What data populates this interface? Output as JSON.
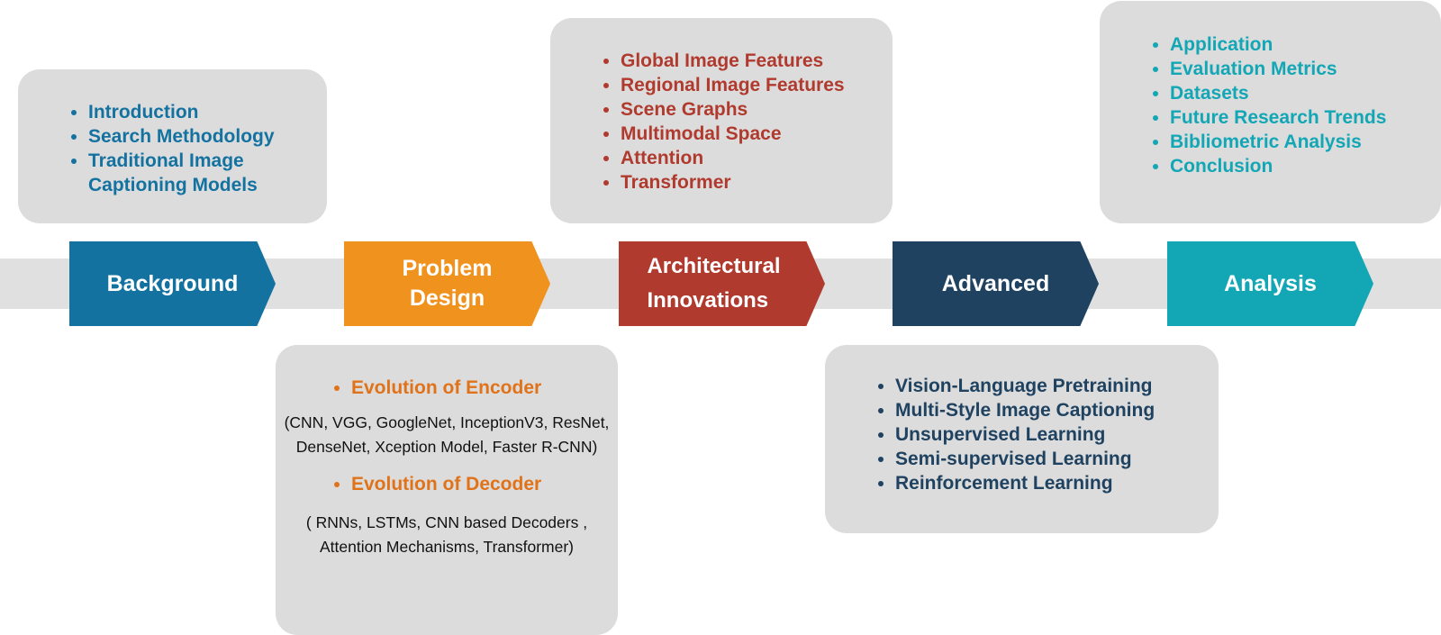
{
  "colors": {
    "background": "#1472a1",
    "problem_design": "#f0921e",
    "architectural": "#b03a2e",
    "advanced": "#1f4260",
    "analysis": "#13a7b6",
    "panel": "#dcdcdc",
    "band": "#e0e0e0"
  },
  "stages": [
    {
      "label_lines": [
        "Background"
      ]
    },
    {
      "label_lines": [
        "Problem",
        "Design"
      ]
    },
    {
      "label_lines": [
        "Architectural",
        "Innovations"
      ]
    },
    {
      "label_lines": [
        "Advanced"
      ]
    },
    {
      "label_lines": [
        "Analysis"
      ]
    }
  ],
  "background_box": {
    "items": [
      "Introduction",
      "Search Methodology",
      "Traditional Image Captioning Models"
    ]
  },
  "problem_box": {
    "encoder_title": "Evolution of Encoder",
    "encoder_note": "(CNN, VGG, GoogleNet, InceptionV3, ResNet, DenseNet, Xception Model, Faster R-CNN)",
    "decoder_title": "Evolution of Decoder",
    "decoder_note": "( RNNs, LSTMs, CNN based Decoders , Attention Mechanisms, Transformer)"
  },
  "architectural_box": {
    "items": [
      "Global Image Features",
      "Regional Image Features",
      "Scene Graphs",
      "Multimodal Space",
      "Attention",
      "Transformer"
    ]
  },
  "advanced_box": {
    "items": [
      "Vision-Language Pretraining",
      "Multi-Style Image Captioning",
      "Unsupervised Learning",
      "Semi-supervised Learning",
      "Reinforcement Learning"
    ]
  },
  "analysis_box": {
    "items": [
      "Application",
      "Evaluation Metrics",
      "Datasets",
      "Future Research Trends",
      "Bibliometric Analysis",
      "Conclusion"
    ]
  }
}
